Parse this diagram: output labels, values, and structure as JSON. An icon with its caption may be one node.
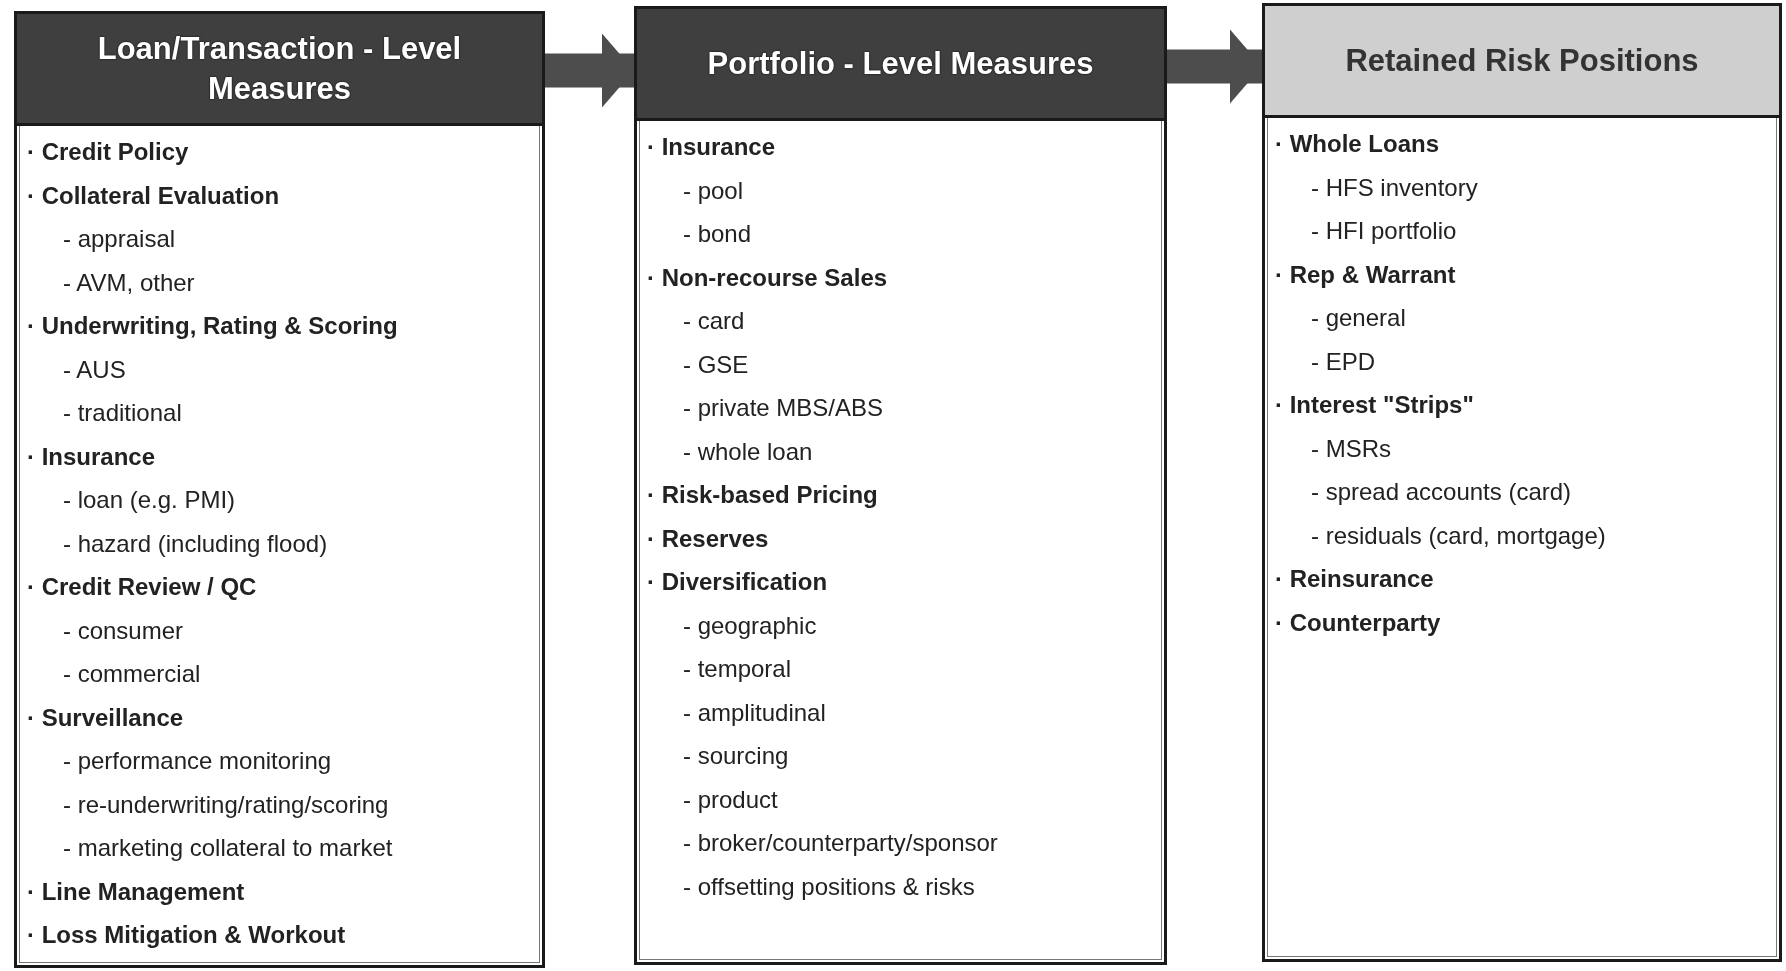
{
  "diagram": {
    "nodes": [
      {
        "text": [
          "Loan/Transaction - Level Measures",
          "· Credit Policy",
          "· Collateral Evaluation",
          "- appraisal",
          "- AVM, other",
          "· Underwriting, Rating & Scoring",
          "- AUS",
          "- traditional",
          "· Insurance",
          "- loan (e.g. PMI)",
          "- hazard (including flood)",
          "· Credit Review / QC",
          "- consumer",
          "- commercial",
          "· Surveillance",
          "- performance monitoring",
          "- re-underwriting/rating/scoring",
          "- marketing collateral to market",
          "· Line Management",
          "· Loss Mitigation & Workout"
        ]
      },
      {
        "text": [
          "Portfolio - Level Measures",
          "· Insurance",
          "- pool",
          "- bond",
          "· Non-recourse Sales",
          "- card",
          "- GSE",
          "- private MBS/ABS",
          "- whole loan",
          "· Risk-based Pricing",
          "· Reserves",
          "· Diversification",
          "- geographic",
          "- temporal",
          "- amplitudinal",
          "- sourcing",
          "- product",
          "- broker/counterparty/sponsor",
          "- offsetting positions & risks"
        ]
      },
      {
        "text": [
          "Retained Risk Positions",
          "· Whole Loans",
          "- HFS inventory",
          "- HFI portfolio",
          "· Rep & Warrant",
          "- general",
          "- EPD",
          "· Interest \"Strips\"",
          "- MSRs",
          "- spread accounts (card)",
          "- residuals (card, mortgage)",
          "· Reinsurance",
          "· Counterparty"
        ]
      }
    ],
    "edges": [
      {
        "from": 0,
        "to": 1,
        "arrow": "to"
      },
      {
        "from": 1,
        "to": 2,
        "arrow": "to"
      }
    ]
  }
}
